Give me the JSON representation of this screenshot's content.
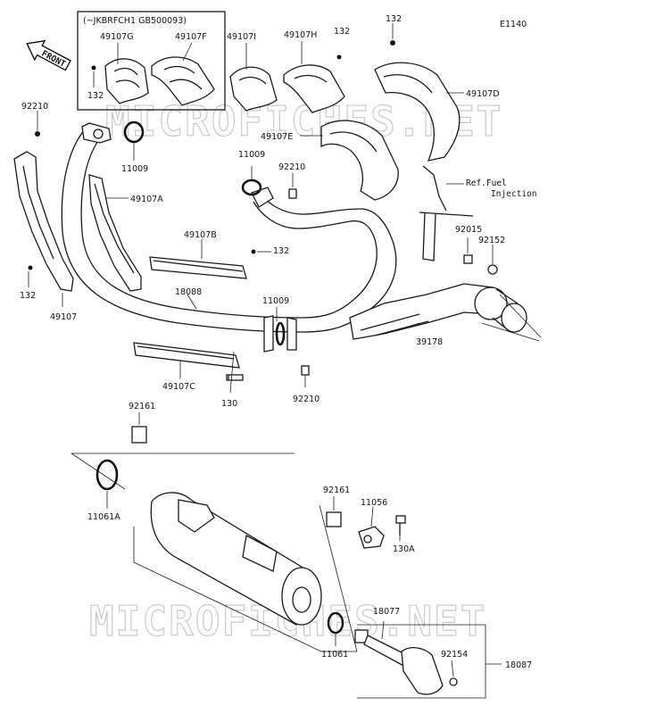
{
  "diagram_code": "E1140",
  "front_label": "FRONT",
  "inset_note": "(~JKBRFCH1 GB500093)",
  "ref_note": {
    "line1": "Ref.Fuel",
    "line2": "Injection"
  },
  "watermark": "MICROFICHES.NET",
  "labels": {
    "p49107G": "49107G",
    "p49107F": "49107F",
    "p132_inset": "132",
    "p49107I": "49107I",
    "p49107H": "49107H",
    "p132_top1": "132",
    "p132_top2": "132",
    "p49107D": "49107D",
    "p49107E": "49107E",
    "p92210_a": "92210",
    "p11009_a": "11009",
    "p11009_b": "11009",
    "p92210_b": "92210",
    "p49107A": "49107A",
    "p49107B": "49107B",
    "p132_mid": "132",
    "p132_left": "132",
    "p49107": "49107",
    "p18088": "18088",
    "p11009_c": "11009",
    "p92015": "92015",
    "p92152": "92152",
    "p39178": "39178",
    "p49107C": "49107C",
    "p130": "130",
    "p92210_c": "92210",
    "p92161_a": "92161",
    "p11061A": "11061A",
    "p92161_b": "92161",
    "p11056": "11056",
    "p130A": "130A",
    "p18077": "18077",
    "p11061": "11061",
    "p92154": "92154",
    "p18087": "18087"
  }
}
